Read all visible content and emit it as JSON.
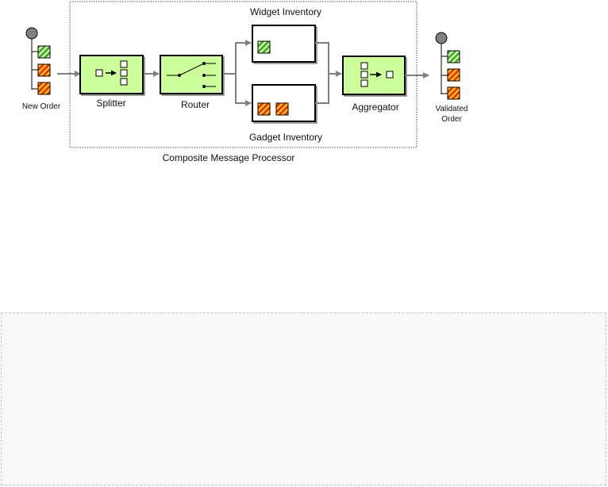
{
  "labels": {
    "new_order": "New Order",
    "splitter": "Splitter",
    "router": "Router",
    "widget_inventory": "Widget Inventory",
    "gadget_inventory": "Gadget Inventory",
    "aggregator": "Aggregator",
    "validated_order_line1": "Validated",
    "validated_order_line2": "Order",
    "composite": "Composite Message Processor"
  },
  "colors": {
    "component_fill": "#ccff99",
    "component_border": "#000000",
    "widget_stripe": "#33aa22",
    "gadget_stripe_a": "#ee2200",
    "gadget_stripe_b": "#ffcc00",
    "connector": "#808080",
    "endpoint_dot": "#808080"
  },
  "new_order_items": [
    "widget",
    "gadget",
    "gadget"
  ],
  "validated_order_items": [
    "widget",
    "gadget",
    "gadget"
  ],
  "widget_inventory_items": [
    "widget"
  ],
  "gadget_inventory_items": [
    "gadget",
    "gadget"
  ]
}
